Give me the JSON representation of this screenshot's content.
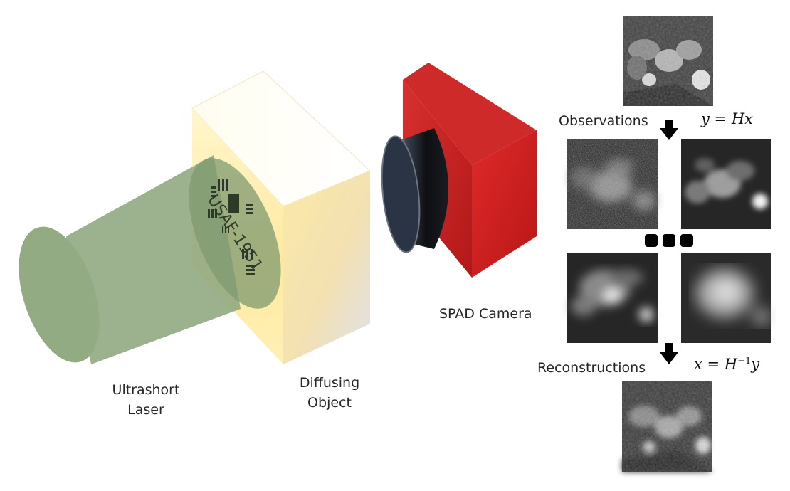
{
  "labels": {
    "laser": "Ultrashort\nLaser",
    "object": "Diffusing\nObject",
    "camera": "SPAD Camera",
    "observations": "Observations",
    "reconstructions": "Reconstructions",
    "target_text": "USAF-1951"
  },
  "equations": {
    "forward": {
      "lhs": "y",
      "op": " = ",
      "rhs_a": "H",
      "rhs_b": "x"
    },
    "inverse": {
      "lhs": "x",
      "op": " = ",
      "rhs_a": "H",
      "sup": "−1",
      "rhs_b": "y"
    }
  },
  "colors": {
    "laser_beam": "#8ea77e",
    "diffuser_front": "#fff2b8",
    "camera_body": "#c81e1e",
    "camera_lens": "#27313f",
    "arrow": "#000000"
  }
}
